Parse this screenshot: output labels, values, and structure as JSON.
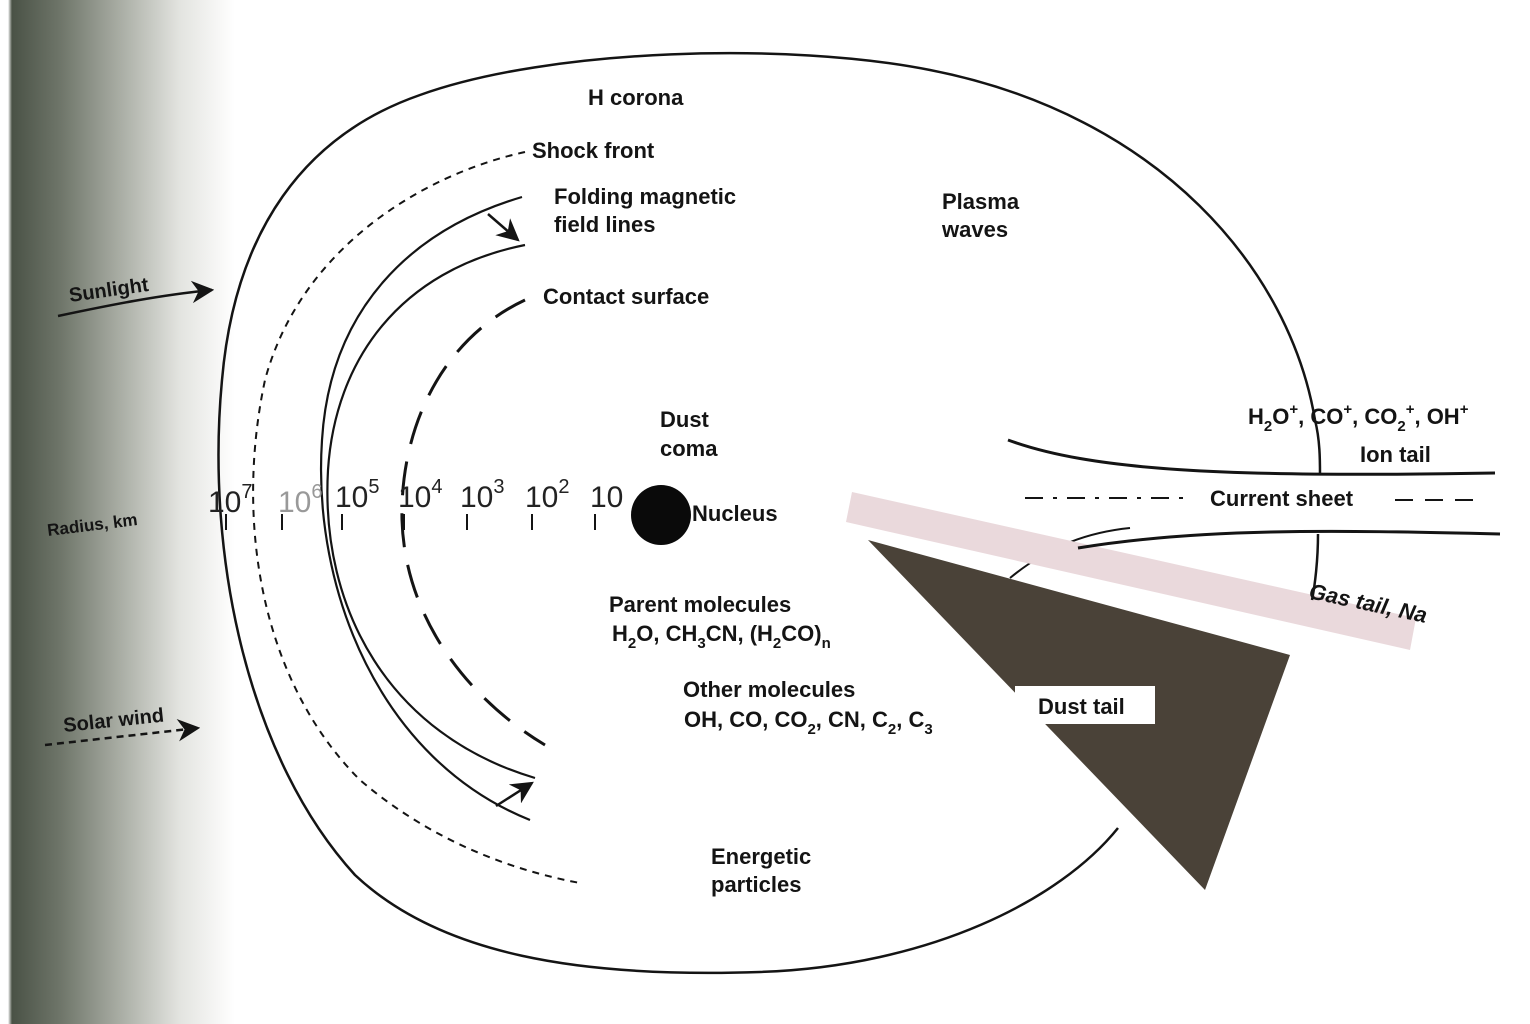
{
  "labels": {
    "h_corona": "H corona",
    "shock_front": "Shock front",
    "folding_line1": "Folding magnetic",
    "folding_line2": "field lines",
    "plasma_line1": "Plasma",
    "plasma_line2": "waves",
    "contact_surface": "Contact surface",
    "sunlight": "Sunlight",
    "solar_wind": "Solar wind",
    "radius_km": "Radius, km",
    "dust_line1": "Dust",
    "dust_line2": "coma",
    "nucleus": "Nucleus",
    "ion_tail": "Ion tail",
    "current_sheet": "Current sheet",
    "gas_tail": "Gas tail, Na",
    "dust_tail": "Dust tail",
    "parent_title": "Parent molecules",
    "other_title": "Other molecules",
    "energetic_line1": "Energetic",
    "energetic_line2": "particles"
  },
  "ion_species": {
    "h2o_main": "H",
    "h2o_sub": "2",
    "h2o_end": "O",
    "h2o_sup": "+",
    "co_main": ", CO",
    "co_sup": "+",
    "co2_main": ", CO",
    "co2_sub": "2",
    "co2_sup": "+",
    "oh_main": ", OH",
    "oh_sup": "+"
  },
  "parent_molecules": {
    "p1": "H",
    "p1s": "2",
    "p2": "O, CH",
    "p2s": "3",
    "p3": "CN, (H",
    "p3s": "2",
    "p4": "CO)",
    "p4s": "n"
  },
  "other_molecules": {
    "o1": "OH, CO, CO",
    "o1s": "2",
    "o2": ", CN, C",
    "o2s": "2",
    "o3": ", C",
    "o3s": "3"
  },
  "radius_scale": [
    {
      "base": "10",
      "exp": "7"
    },
    {
      "base": "10",
      "exp": "6"
    },
    {
      "base": "10",
      "exp": "5"
    },
    {
      "base": "10",
      "exp": "4"
    },
    {
      "base": "10",
      "exp": "3"
    },
    {
      "base": "10",
      "exp": "2"
    },
    {
      "base": "10",
      "exp": ""
    }
  ],
  "colors": {
    "ink": "#141414",
    "dust_tail_fill": "#4a4238",
    "gas_tail_band": "#ead9dc",
    "nucleus": "#0a0a0a"
  }
}
